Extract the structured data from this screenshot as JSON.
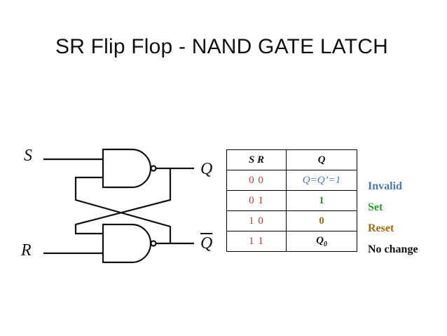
{
  "title": "SR Flip Flop - NAND GATE LATCH",
  "signals": {
    "s": "S",
    "r": "R",
    "q": "Q",
    "q_bar": "Q"
  },
  "table": {
    "header_inputs": "S  R",
    "header_output": "Q",
    "rows": [
      {
        "inputs": "0 0",
        "output": "Q=Q’=1",
        "output_color": "#4a78b5",
        "outcome": "Invalid",
        "outcome_color": "#4a78b5"
      },
      {
        "inputs": "0 1",
        "output": "1",
        "output_color": "#2b9a2b",
        "outcome": "Set",
        "outcome_color": "#2b9a2b"
      },
      {
        "inputs": "1 0",
        "output": "0",
        "output_color": "#9a6b12",
        "outcome": "Reset",
        "outcome_color": "#9a6b12"
      },
      {
        "inputs": "1 1",
        "output_main": "Q",
        "output_sub": "0",
        "output_color": "#111111",
        "outcome": "No change",
        "outcome_color": "#111111"
      }
    ]
  }
}
